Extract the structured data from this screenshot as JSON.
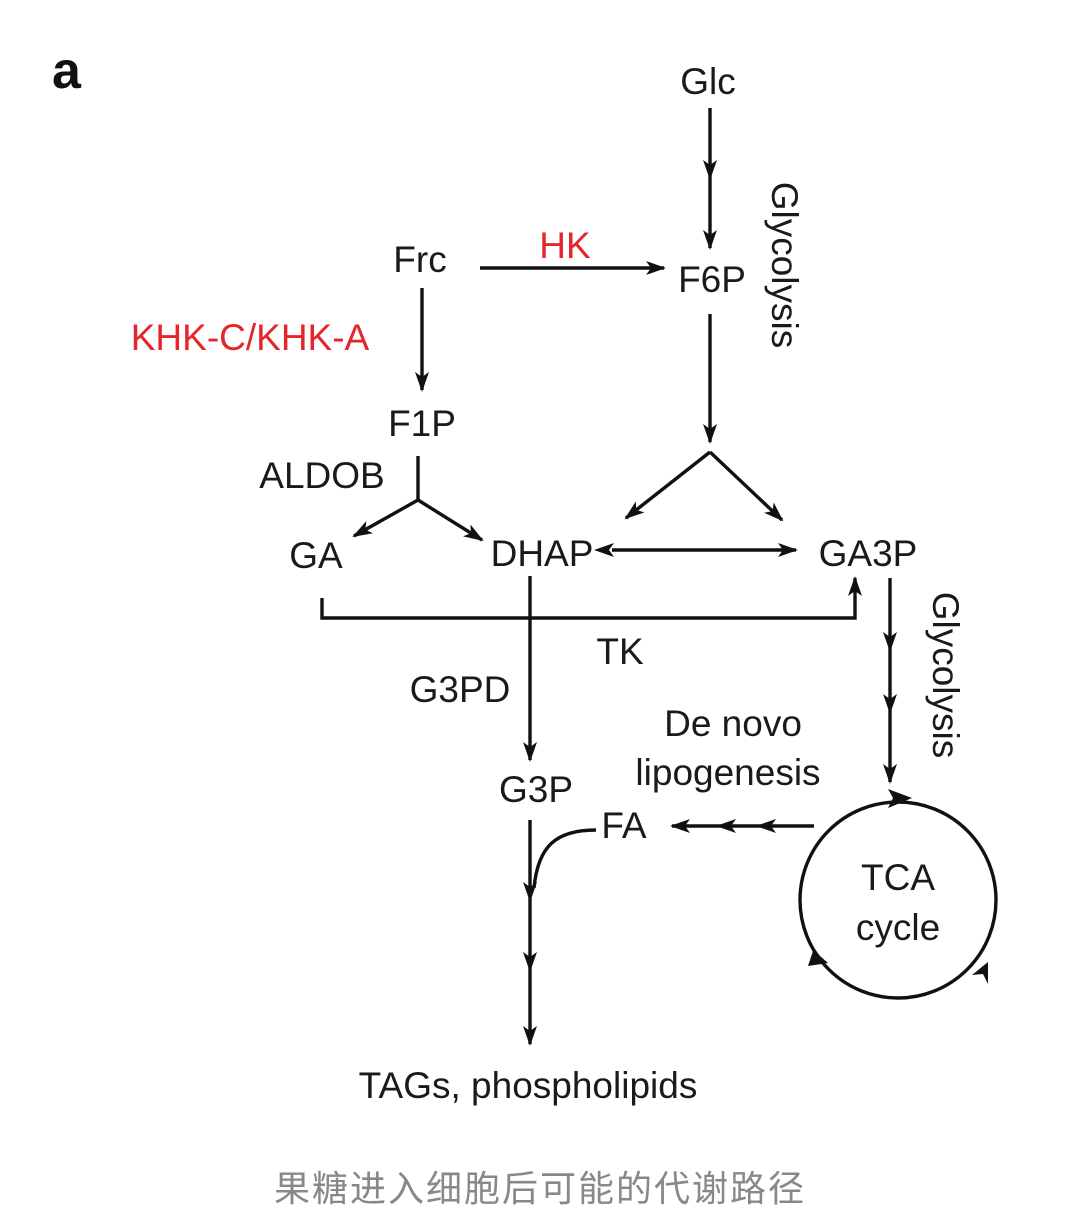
{
  "panel_label": "a",
  "nodes": {
    "glc": "Glc",
    "frc": "Frc",
    "f6p": "F6P",
    "f1p": "F1P",
    "ga": "GA",
    "dhap": "DHAP",
    "ga3p": "GA3P",
    "g3p": "G3P",
    "fa": "FA",
    "tags": "TAGs, phospholipids",
    "tca_line1": "TCA",
    "tca_line2": "cycle"
  },
  "labels": {
    "hk": "HK",
    "khk": "KHK-C/KHK-A",
    "aldob": "ALDOB",
    "tk": "TK",
    "g3pd": "G3PD",
    "glycolysis_top": "Glycolysis",
    "glycolysis_right": "Glycolysis",
    "lipogenesis_line1": "De novo",
    "lipogenesis_line2": "lipogenesis"
  },
  "colors": {
    "enzyme_highlight": "#e4252c",
    "text": "#1a1a1a",
    "caption": "#888888"
  },
  "caption": "果糖进入细胞后可能的代谢路径"
}
